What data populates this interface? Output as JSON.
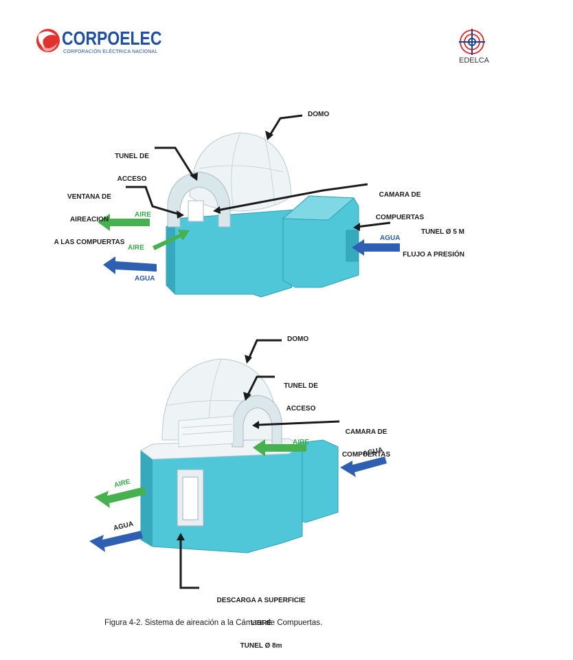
{
  "header": {
    "left_logo_name": "CORPOELEC",
    "left_logo_tagline": "CORPORACIÓN ELÉCTRICA NACIONAL",
    "right_logo_name": "EDELCA",
    "icons": [
      "corpoelec-logo-icon",
      "edelca-logo-icon"
    ]
  },
  "colors": {
    "structure_cyan": "#4fc7d8",
    "structure_shadow": "#36a9bd",
    "dome": "#eef3f6",
    "air_green": "#46b14e",
    "water_blue": "#2f5fb0",
    "brand_blue": "#1f4fa3",
    "brand_red": "#e0322f"
  },
  "diagram_top": {
    "domo": "DOMO",
    "tunel_acceso_1": "TUNEL DE",
    "tunel_acceso_2": "ACCESO",
    "ventana_1": "VENTANA DE",
    "ventana_2": "AIREACION",
    "ventana_3": "A LAS COMPUERTAS",
    "camara_1": "CAMARA DE",
    "camara_2": "COMPUERTAS",
    "tunel_5m_1": "TUNEL Ø 5 M",
    "tunel_5m_2": "FLUJO A PRESIÓN",
    "aire_out": "AIRE",
    "aire_in": "AIRE",
    "agua_out": "AGUA",
    "agua_in": "AGUA"
  },
  "diagram_bottom": {
    "domo": "DOMO",
    "tunel_acceso_1": "TUNEL DE",
    "tunel_acceso_2": "ACCESO",
    "camara_1": "CAMARA DE",
    "camara_2": "COMPUERTAS",
    "aire_in": "AIRE",
    "agua_in": "AGUA",
    "aire_out": "AIRE",
    "agua_out": "AGUA",
    "descarga_1": "DESCARGA A SUPERFICIE",
    "descarga_2": "LIBRE",
    "descarga_3": "TUNEL Ø 8m"
  },
  "caption": "Figura 4-2. Sistema de aireación a la Cámara de Compuertas."
}
